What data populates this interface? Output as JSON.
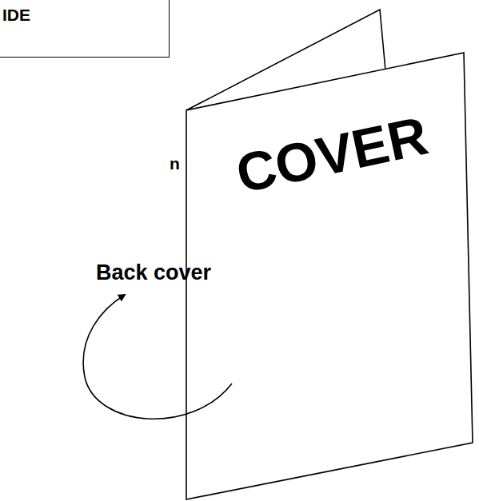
{
  "diagram": {
    "nodes": [
      {
        "text": [
          "IDE"
        ]
      }
    ],
    "labels": [
      "n",
      "COVER",
      "Back cover"
    ]
  }
}
